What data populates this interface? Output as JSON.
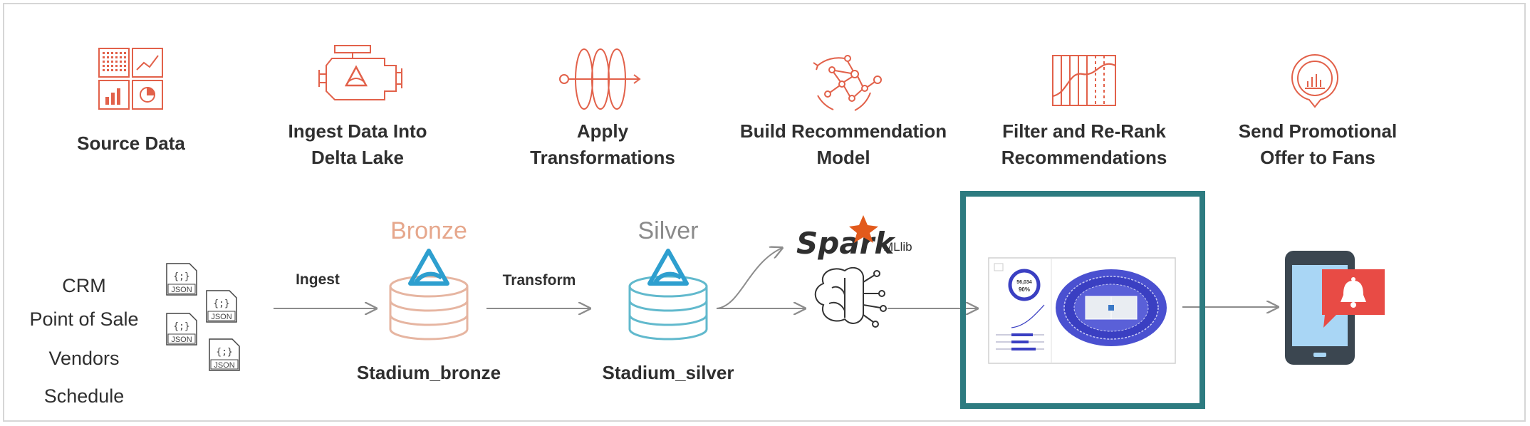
{
  "steps": [
    {
      "icon": "source-data-icon",
      "label": [
        "Source Data"
      ]
    },
    {
      "icon": "engine-ingest-icon",
      "label": [
        "Ingest Data Into",
        "Delta Lake"
      ]
    },
    {
      "icon": "transformation-rings-icon",
      "label": [
        "Apply",
        "Transformations"
      ]
    },
    {
      "icon": "network-model-icon",
      "label": [
        "Build Recommendation",
        "Model"
      ]
    },
    {
      "icon": "filter-rank-icon",
      "label": [
        "Filter and Re-Rank",
        "Recommendations"
      ]
    },
    {
      "icon": "promo-chart-bubble-icon",
      "label": [
        "Send Promotional",
        "Offer to Fans"
      ]
    }
  ],
  "sources": [
    "CRM",
    "Point of Sale",
    "Vendors",
    "Schedule"
  ],
  "json_label": "JSON",
  "json_glyph": "{;}",
  "edges": {
    "ingest": "Ingest",
    "transform": "Transform"
  },
  "bronze": {
    "tier": "Bronze",
    "table": "Stadium_bronze"
  },
  "silver": {
    "tier": "Silver",
    "table": "Stadium_silver"
  },
  "spark": {
    "name": "Spark",
    "sub": "MLlib"
  },
  "dashboard": {
    "metric": "56,034",
    "pct": "90%"
  },
  "colors": {
    "accent": "#e2614a",
    "bronze": "#e6b5a1",
    "silver": "#61b9cd",
    "delta": "#2e9fcf",
    "teal_border": "#2d7b80",
    "text": "#2f2f2f",
    "arrow": "#8c8c8c",
    "phone": "#3b4650",
    "phone_screen": "#a9d6f5",
    "bell_bubble": "#e84b45",
    "stadium": "#3a3fc2"
  }
}
